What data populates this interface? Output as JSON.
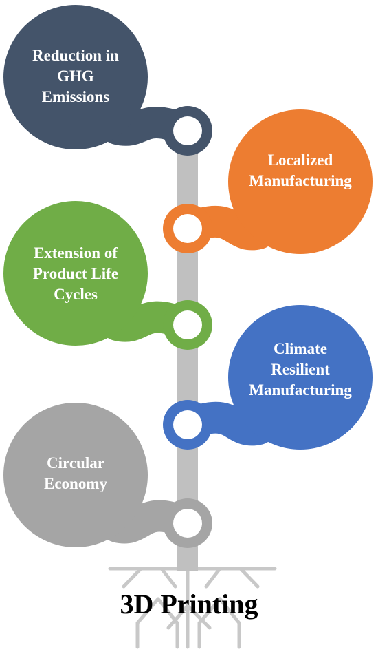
{
  "title": "3D Printing",
  "colors": {
    "trunk": "#c0c0c0",
    "roots": "#c8c8c8",
    "node_inner": "#ffffff"
  },
  "benefits": [
    {
      "lines": [
        "Reduction in",
        "GHG",
        "Emissions"
      ],
      "color": "#44546a"
    },
    {
      "lines": [
        "Localized",
        "Manufacturing"
      ],
      "color": "#ed7d31"
    },
    {
      "lines": [
        "Extension of",
        "Product Life",
        "Cycles"
      ],
      "color": "#70ad47"
    },
    {
      "lines": [
        "Climate",
        "Resilient",
        "Manufacturing"
      ],
      "color": "#4472c4"
    },
    {
      "lines": [
        "Circular",
        "Economy"
      ],
      "color": "#a5a5a5"
    }
  ]
}
